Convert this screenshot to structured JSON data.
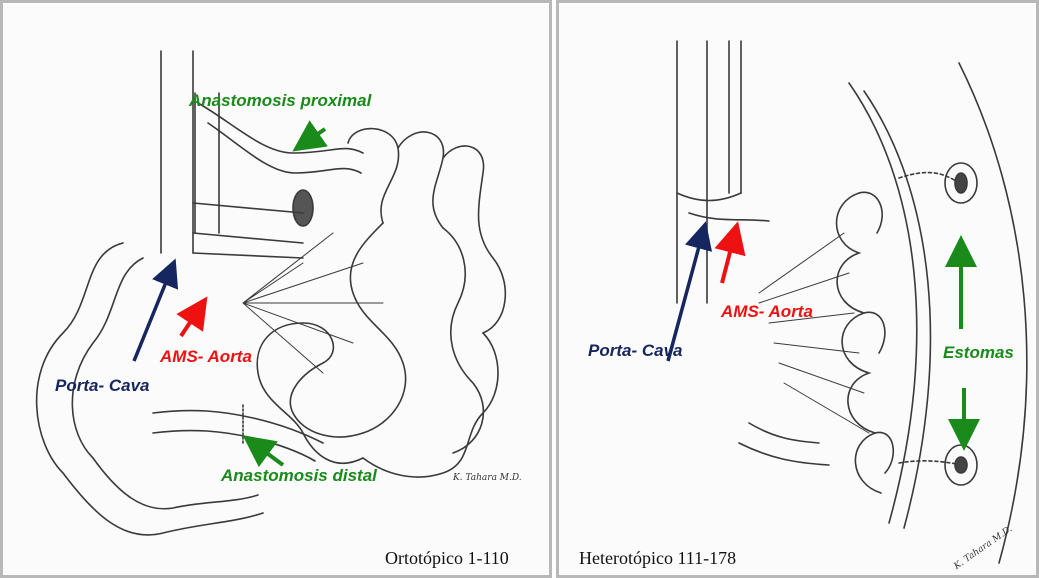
{
  "left": {
    "labels": {
      "anastomosis_proximal": "Anastomosis proximal",
      "ams_aorta": "AMS- Aorta",
      "porta_cava": "Porta- Cava",
      "anastomosis_distal": "Anastomosis distal"
    },
    "caption": "Ortotópico 1-110",
    "signature": "K. Tahara M.D."
  },
  "right": {
    "labels": {
      "ams_aorta": "AMS- Aorta",
      "porta_cava": "Porta- Cava",
      "estomas": "Estomas"
    },
    "caption": "Heterotópico  111-178",
    "signature": "K. Tahara M.D."
  },
  "colors": {
    "green": "#1a8a1a",
    "red": "#ee1111",
    "navy": "#16265e",
    "ink": "#3a3a3a"
  }
}
